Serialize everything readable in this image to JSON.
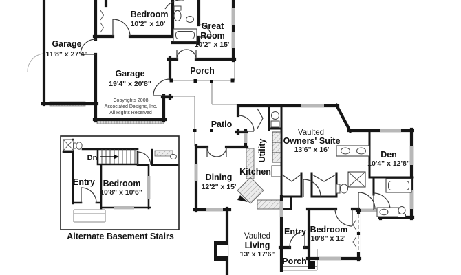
{
  "plan": {
    "copyright": {
      "line1": "Copyrights 2008",
      "line2": "Associated Designs, Inc.",
      "line3": "All Rights Reserved"
    },
    "rooms": {
      "bedroom_upper": {
        "name": "Bedroom",
        "dims": "10'2\" x 10'"
      },
      "great_room": {
        "line1": "Great",
        "line2": "Room",
        "dims": "10'2\" x 15'"
      },
      "garage_left": {
        "name": "Garage",
        "dims": "11'8\" x 27'4\""
      },
      "garage_main": {
        "name": "Garage",
        "dims": "19'4\" x 20'8\""
      },
      "porch_upper": {
        "name": "Porch"
      },
      "patio": {
        "name": "Patio"
      },
      "utility": {
        "name": "Utility"
      },
      "kitchen": {
        "name": "Kitchen"
      },
      "dining": {
        "name": "Dining",
        "dims": "12'2\" x 15'"
      },
      "owners_suite": {
        "prefix": "Vaulted",
        "name": "Owners' Suite",
        "dims": "13'6\" x 16'"
      },
      "den": {
        "name": "Den",
        "dims": "10'4\" x 12'8\""
      },
      "living": {
        "prefix": "Vaulted",
        "name": "Living",
        "dims": "13' x 17'6\""
      },
      "entry_main": {
        "name": "Entry"
      },
      "bedroom_main": {
        "name": "Bedroom",
        "dims": "10'8\" x 12'"
      },
      "porch_main": {
        "name": "Porch"
      }
    },
    "inset": {
      "dn": "Dn",
      "entry": "Entry",
      "bedroom": {
        "name": "Bedroom",
        "dims": "10'8\" x 10'6\""
      },
      "caption": "Alternate Basement Stairs"
    },
    "colors": {
      "wall": "#161616",
      "window": "#b8b8b8",
      "site_line": "#8a8a8a",
      "background": "#ffffff"
    }
  }
}
